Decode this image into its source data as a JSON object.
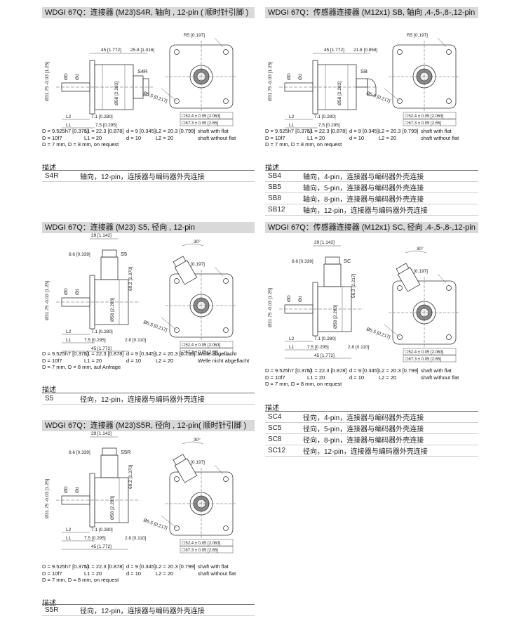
{
  "panels": [
    {
      "title": "WDGI 67Q：连接器 (M23)S4R, 轴向 , 12-pin ( 顺时针引脚 )",
      "variant": "axial",
      "dims": {
        "top": "45 [1.772]",
        "top2": "25.8 [1.016]",
        "r5": "R5 [0.197]",
        "conn": "S4R",
        "dia": "Ø31.75 -0.03 [1.25]",
        "d_small": "ØD",
        "d2": "Ød",
        "d58": "Ø58 [2.283]",
        "l2": "L2",
        "l1": "L1",
        "d71": "7.1 [0.280]",
        "d75": "7.5 [0.295]",
        "r55": "Ø5.5 [0.217]",
        "sq1": "☐52.4 ± 0.05 [2.063]",
        "sq2": "☐67.3 ± 0.05 [2.65]"
      },
      "specs": [
        [
          "D = 9.525h7 [0.375]",
          "L1 = 22.3 [0.878]",
          "d = 9 [0.345]",
          "L2 = 20.3 [0.799]",
          "shaft with flat"
        ],
        [
          "D = 10f7",
          "L1 = 20",
          "d = 10",
          "L2 = 20",
          "shaft without flat"
        ],
        [
          "D = 7 mm, D = 8 mm, on request",
          "",
          "",
          "",
          ""
        ]
      ],
      "desc_header": "描述",
      "rows": [
        [
          "S4R",
          "轴向，12-pin，连接器与编码器外壳连接"
        ]
      ]
    },
    {
      "title": "WDGI 67Q：传感器连接器 (M12x1) SB, 轴向 ,4-,5-,8-,12-pin",
      "variant": "axial",
      "dims": {
        "top": "45 [1.772]",
        "top2": "21.8 [0.858]",
        "r5": "R5 [0.197]",
        "conn": "SB",
        "dia": "Ø31.75 -0.03 [1.25]",
        "d_small": "ØD",
        "d2": "Ød",
        "d58": "Ø58 [2.283]",
        "l2": "L2",
        "l1": "L1",
        "d71": "7.1 [0.280]",
        "d75": "7.5 [0.295]",
        "r55": "Ø5.5 [0.217]",
        "sq1": "☐52.4 ± 0.05 [2.063]",
        "sq2": "☐67.3 ± 0.05 [2.65]"
      },
      "specs": [
        [
          "D = 9.525h7 [0.375]",
          "L1 = 22.3 [0.878]",
          "d = 9 [0.345]",
          "L2 = 20.3 [0.799]",
          "shaft with flat"
        ],
        [
          "D = 10f7",
          "L1 = 20",
          "d = 10",
          "L2 = 20",
          "shaft without flat"
        ],
        [
          "D = 7 mm, D = 8 mm, on request",
          "",
          "",
          "",
          ""
        ]
      ],
      "desc_header": "描述",
      "rows": [
        [
          "SB4",
          "轴向，4-pin，连接器与编码器外壳连接"
        ],
        [
          "SB5",
          "轴向，5-pin，连接器与编码器外壳连接"
        ],
        [
          "SB8",
          "轴向，8-pin，连接器与编码器外壳连接"
        ],
        [
          "SB12",
          "轴向，12-pin，连接器与编码器外壳连接"
        ]
      ]
    },
    {
      "title": "WDGI 67Q：连接器 (M23) S5, 径向 , 12-pin",
      "variant": "radial",
      "dims": {
        "top": "29 [1.142]",
        "top2": "8.6 [0.339]",
        "conn": "S5",
        "h": "60.2 [2.370]",
        "angle": "30°",
        "r5": "R5 [0.197]",
        "dia": "Ø31.75 -0.03 [1.25]",
        "d_small": "ØD",
        "d2": "Ød",
        "d58": "Ø58 [2.283]",
        "l2": "L2",
        "l1": "L1",
        "d71": "7.1 [0.280]",
        "d75": "7.5 [0.295]",
        "d28": "2.8 [0.110]",
        "d45": "45 [1.772]",
        "r55": "Ø5.5 [0.217]",
        "sq1": "☐52.4 ± 0.05 [2.063]",
        "sq2": "☐67.3 ± 0.05 [2.65]"
      },
      "specs": [
        [
          "D = 9.525h7 [0.375]",
          "L1 = 22.3 [0.878]",
          "d = 9 [0.345]",
          "L2 = 20.3 [0.799]",
          "Welle abgeflacht"
        ],
        [
          "D = 10f7",
          "L1 = 20",
          "d = 10",
          "L2 = 20",
          "Welle nicht abgeflacht"
        ],
        [
          "D = 7 mm, D = 8 mm, auf Anfrage",
          "",
          "",
          "",
          ""
        ]
      ],
      "desc_header": "描述",
      "rows": [
        [
          "S5",
          "径向，12-pin，连接器与编码器外壳连接"
        ]
      ]
    },
    {
      "title": "WDGI 67Q：传感器连接器 (M12x1) SC, 径向 ,4-,5-,8-,12-pin",
      "variant": "radial",
      "dims": {
        "top": "29 [1.142]",
        "top2": "8.6 [0.339]",
        "conn": "SC",
        "h": "56.3 [2.217]",
        "angle": "30°",
        "r5": "R5 [0.197]",
        "dia": "Ø31.75 -0.03 [1.25]",
        "d_small": "ØD",
        "d2": "Ød",
        "d58": "Ø58 [2.283]",
        "l2": "L2",
        "l1": "L1",
        "d71": "7.1 [0.280]",
        "d75": "7.5 [0.295]",
        "d28": "2.8 [0.110]",
        "d45": "45 [1.772]",
        "r55": "Ø5.5 [0.217]",
        "sq1": "☐52.4 ± 0.05 [2.063]",
        "sq2": "☐67.3 ± 0.05 [2.65]"
      },
      "specs": [
        [
          "D = 9.525h7 [0.375]",
          "L1 = 22.3 [0.878]",
          "d = 9 [0.345]",
          "L2 = 20.3 [0.799]",
          "shaft with flat"
        ],
        [
          "D = 10f7",
          "L1 = 20",
          "d = 10",
          "L2 = 20",
          "shaft without flat"
        ],
        [
          "D = 7 mm, D = 8 mm, on request",
          "",
          "",
          "",
          ""
        ]
      ],
      "desc_header": "描述",
      "rows": [
        [
          "SC4",
          "径向，4-pin，连接器与编码器外壳连接"
        ],
        [
          "SC5",
          "径向，5-pin，连接器与编码器外壳连接"
        ],
        [
          "SC8",
          "径向，8-pin，连接器与编码器外壳连接"
        ],
        [
          "SC12",
          "径向，12-pin，连接器与编码器外壳连接"
        ]
      ]
    },
    {
      "title": "WDGI 67Q：连接器 (M23)S5R, 径向 , 12-pin( 顺时针引脚 )",
      "variant": "radial",
      "dims": {
        "top": "29 [1.142]",
        "top2": "8.6 [0.339]",
        "conn": "S5R",
        "h": "60.2 [2.370]",
        "angle": "30°",
        "r5": "R5 [0.197]",
        "dia": "Ø31.75 -0.03 [1.25]",
        "d_small": "ØD",
        "d2": "Ød",
        "d58": "Ø58 [2.283]",
        "l2": "L2",
        "l1": "L1",
        "d71": "7.1 [0.280]",
        "d75": "7.5 [0.295]",
        "d28": "2.8 [0.110]",
        "d45": "45 [1.772]",
        "r55": "Ø5.5 [0.217]",
        "sq1": "☐52.4 ± 0.05 [2.063]",
        "sq2": "☐67.3 ± 0.05 [2.65]"
      },
      "specs": [
        [
          "D = 9.525h7 [0.375]",
          "L1 = 22.3 [0.878]",
          "d = 9 [0.345]",
          "L2 = 20.3 [0.799]",
          "shaft with flat"
        ],
        [
          "D = 10f7",
          "L1 = 20",
          "d = 10",
          "L2 = 20",
          "shaft without flat"
        ],
        [
          "D = 7 mm, D = 8 mm, on request",
          "",
          "",
          "",
          ""
        ]
      ],
      "desc_header": "描述",
      "rows": [
        [
          "S5R",
          "径向，12-pin，连接器与编码器外壳连接"
        ]
      ]
    }
  ]
}
